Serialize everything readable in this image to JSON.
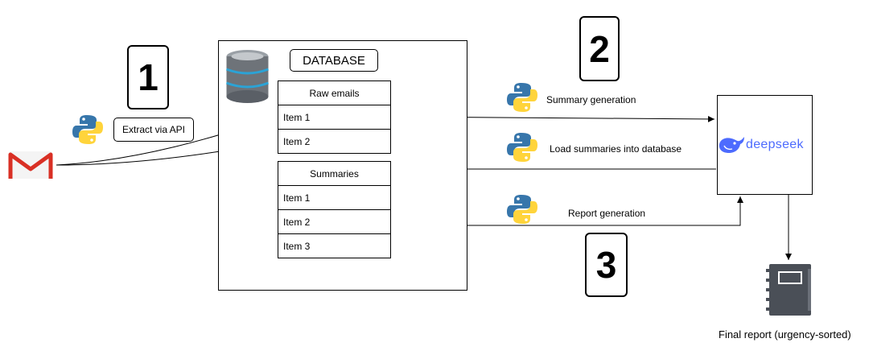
{
  "steps": {
    "one": "1",
    "two": "2",
    "three": "3"
  },
  "extract_label": "Extract via API",
  "database": {
    "label": "DATABASE",
    "raw_emails": {
      "title": "Raw emails",
      "items": [
        "Item 1",
        "Item 2"
      ]
    },
    "summaries": {
      "title": "Summaries",
      "items": [
        "Item 1",
        "Item 2",
        "Item 3"
      ]
    }
  },
  "flows": {
    "summary_generation": "Summary generation",
    "load_summaries": "Load summaries into database",
    "report_generation": "Report generation"
  },
  "deepseek_logo_text": "deepseek",
  "final_report": "Final report (urgency-sorted)",
  "icons": [
    "gmail-icon",
    "python-icon",
    "database-icon",
    "deepseek-whale-icon",
    "report-notebook-icon"
  ],
  "colors": {
    "gmail_red": "#D93025",
    "python_blue": "#3776AB",
    "python_yellow": "#FFD43B",
    "deepseek_blue": "#4D6BFE",
    "db_grey": "#6E7379",
    "db_accent": "#2BA3D6",
    "report_grey": "#4A4F57"
  }
}
